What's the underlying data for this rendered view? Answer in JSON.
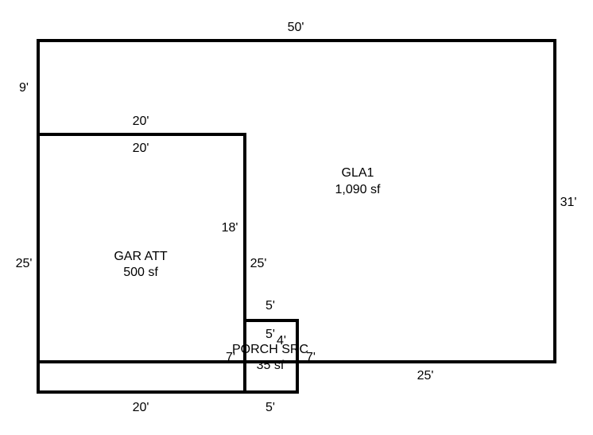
{
  "rooms": {
    "gla1": {
      "name": "GLA1",
      "area": "1,090 sf"
    },
    "garage": {
      "name": "GAR ATT",
      "area": "500 sf"
    },
    "porch": {
      "name": "PORCH SRC",
      "area": "35 sf"
    }
  },
  "dimensions": {
    "top_width": "50'",
    "left_upper": "9'",
    "garage_top_outer": "20'",
    "garage_top_inner": "20'",
    "right_height": "31'",
    "garage_right_inner": "18'",
    "gla_left_of_porch": "25'",
    "left_lower": "25'",
    "porch_top_outer": "5'",
    "porch_top_inner": "5'",
    "porch_right_inner": "4'",
    "porch_left": "7'",
    "porch_right": "7'",
    "bottom_gla": "25'",
    "bottom_garage": "20'",
    "bottom_porch": "5'"
  },
  "colors": {
    "line": "#000000",
    "background": "#ffffff"
  }
}
